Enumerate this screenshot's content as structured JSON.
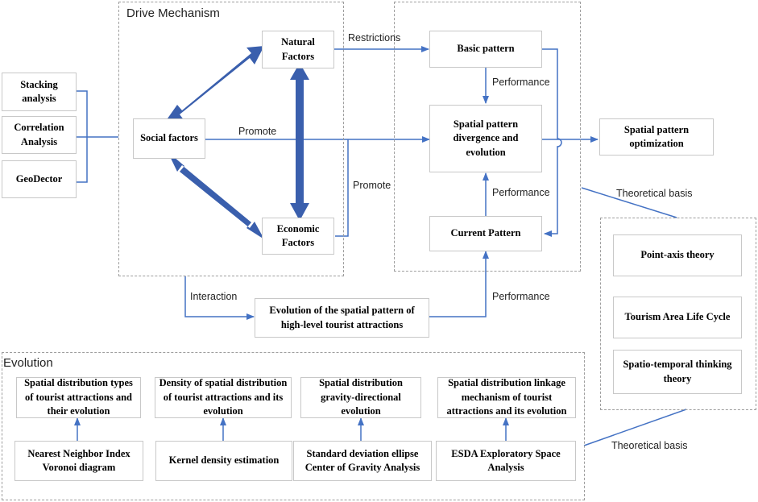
{
  "groups": {
    "drive": "Drive Mechanism",
    "evolution": "Evolution"
  },
  "methods": [
    "Stacking analysis",
    "Correlation Analysis",
    "GeoDector"
  ],
  "factors": {
    "social": "Social factors",
    "natural": "Natural Factors",
    "economic": "Economic Factors"
  },
  "patterns": {
    "basic": "Basic pattern",
    "divergence": "Spatial pattern divergence and evolution",
    "current": "Current Pattern",
    "optimization": "Spatial pattern optimization"
  },
  "center": "Evolution of the spatial pattern of high-level tourist attractions",
  "theories": [
    "Point-axis theory",
    "Tourism Area Life Cycle",
    "Spatio-temporal thinking theory"
  ],
  "evolution_top": [
    "Spatial distribution types of tourist attractions and their evolution",
    "Density of spatial distribution of tourist attractions and its evolution",
    "Spatial distribution gravity-directional evolution",
    "Spatial distribution linkage mechanism of tourist attractions and its evolution"
  ],
  "evolution_bottom": [
    "Nearest Neighbor Index Voronoi diagram",
    "Kernel density estimation",
    "Standard deviation ellipse Center of Gravity Analysis",
    "ESDA Exploratory Space Analysis"
  ],
  "labels": {
    "restrictions": "Restrictions",
    "promote1": "Promote",
    "promote2": "Promote",
    "performance1": "Performance",
    "performance2": "Performance",
    "performance3": "Performance",
    "interaction": "Interaction",
    "theoretical1": "Theoretical basis",
    "theoretical2": "Theoretical basis"
  },
  "colors": {
    "arrow": "#4472c4",
    "big_arrow": "#3a5fad",
    "border": "#c8c8c8",
    "dashed": "#9e9e9e"
  }
}
